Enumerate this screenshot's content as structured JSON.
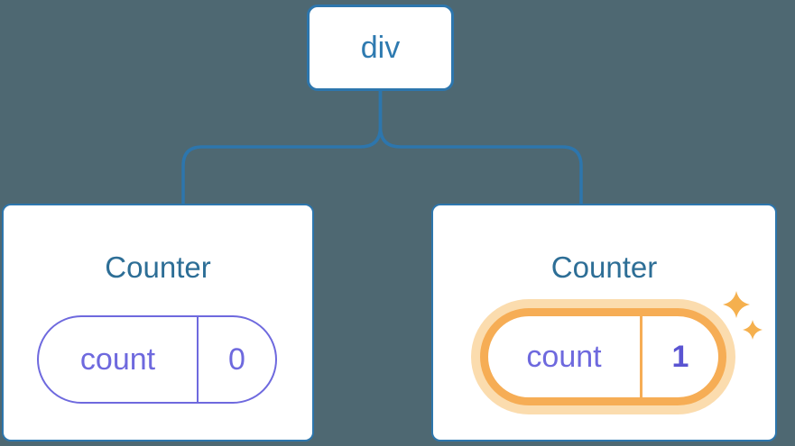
{
  "tree": {
    "root": {
      "label": "div"
    },
    "children": [
      {
        "title": "Counter",
        "state": {
          "key": "count",
          "value": "0"
        },
        "highlighted": false
      },
      {
        "title": "Counter",
        "state": {
          "key": "count",
          "value": "1"
        },
        "highlighted": true,
        "badge_icon": "sparkles-icon"
      }
    ]
  },
  "colors": {
    "background": "#4e6872",
    "connector_blue": "#2d76ad",
    "node_text_blue": "#2e7ab0",
    "title_blue": "#2d6e96",
    "state_purple": "#6e69de",
    "state_value_purple_bold": "#5a54d2",
    "highlight_orange": "#f6ad55",
    "highlight_glow": "#fbdcae",
    "sparkle_orange": "#f5b04e"
  }
}
